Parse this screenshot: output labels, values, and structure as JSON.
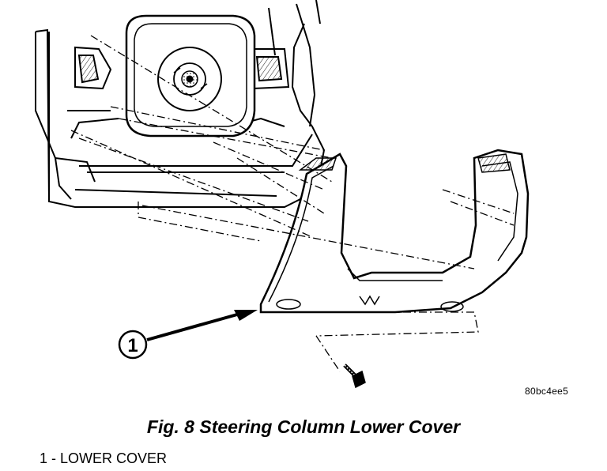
{
  "figure": {
    "image_code": "80bc4ee5",
    "caption": "Fig. 8 Steering Column Lower Cover",
    "callout_number": "1",
    "legend": [
      "1 - LOWER COVER"
    ]
  }
}
